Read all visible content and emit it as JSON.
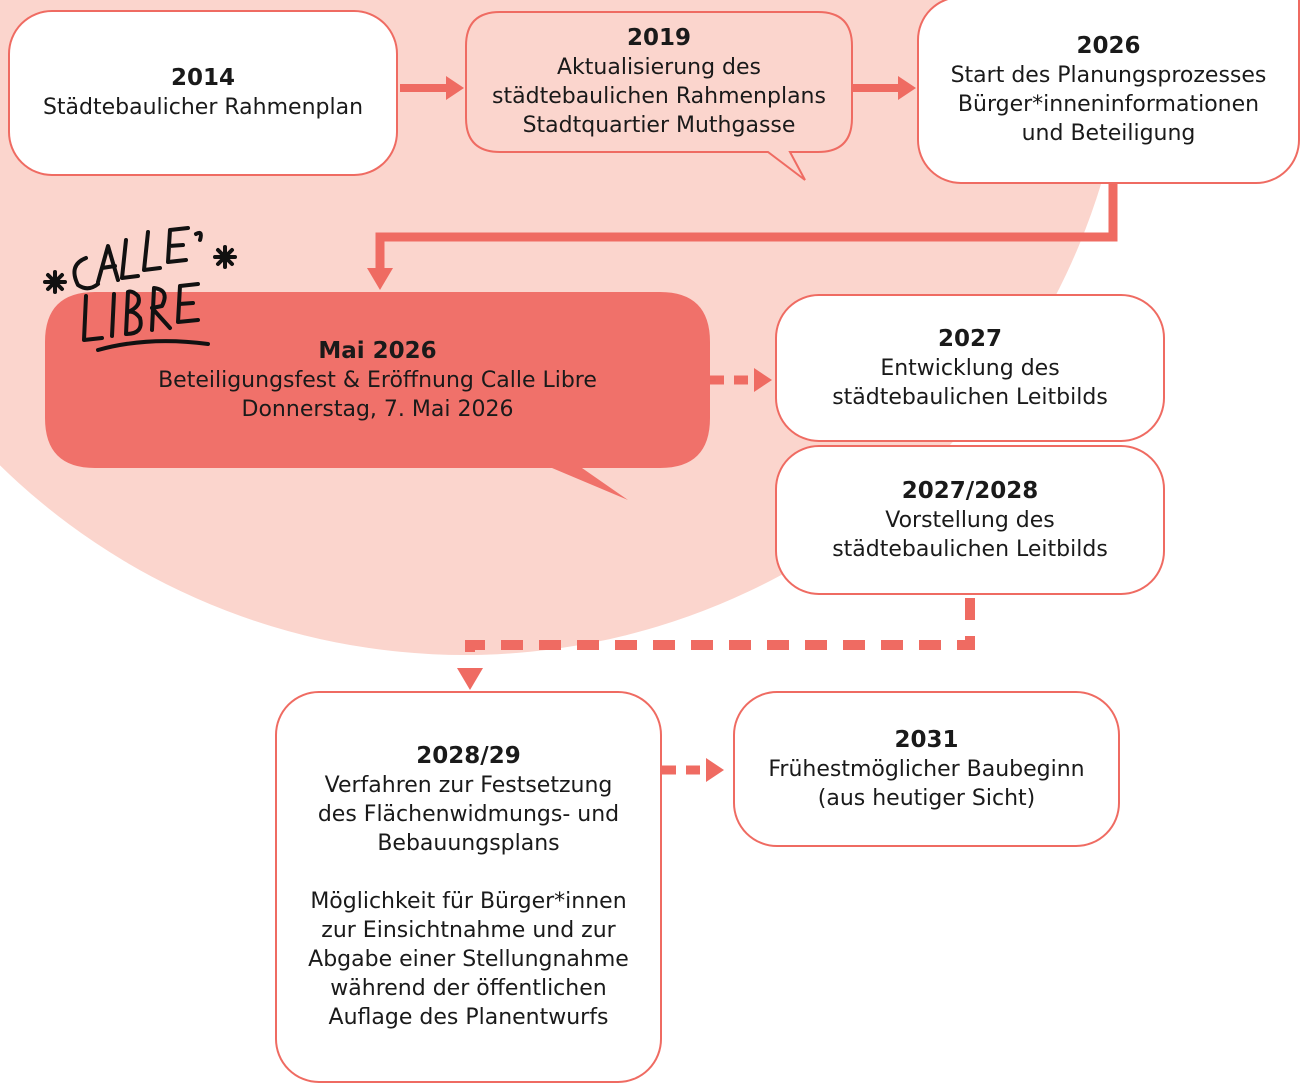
{
  "colors": {
    "accent": "#ef6b62",
    "circle": "#fbd5cd",
    "highlight_fill": "#f0716a",
    "text": "#1a1a1a",
    "box_fill": "#ffffff"
  },
  "logo": {
    "text": "CALLE LIBRE"
  },
  "steps": [
    {
      "year": "2014",
      "lines": [
        "Städtebaulicher Rahmenplan"
      ]
    },
    {
      "year": "2019",
      "lines": [
        "Aktualisierung des",
        "städtebaulichen Rahmenplans",
        "Stadtquartier Muthgasse"
      ]
    },
    {
      "year": "2026",
      "lines": [
        "Start des Planungsprozesses",
        "Bürger*inneninformationen",
        "und Beteiligung"
      ]
    },
    {
      "year": "Mai 2026",
      "lines": [
        "Beteiligungsfest & Eröffnung Calle Libre",
        "Donnerstag, 7. Mai 2026"
      ]
    },
    {
      "year": "2027",
      "lines": [
        "Entwicklung des",
        "städtebaulichen Leitbilds"
      ]
    },
    {
      "year": "2027/2028",
      "lines": [
        "Vorstellung des",
        "städtebaulichen Leitbilds"
      ]
    },
    {
      "year": "2028/29",
      "lines": [
        "Verfahren zur Festsetzung",
        "des Flächenwidmungs- und",
        "Bebauungsplans"
      ],
      "lines2": [
        "Möglichkeit für Bürger*innen",
        "zur Einsichtnahme und zur",
        "Abgabe einer Stellungnahme",
        "während der öffentlichen",
        "Auflage des Planentwurfs"
      ]
    },
    {
      "year": "2031",
      "lines": [
        "Frühestmöglicher Baubeginn",
        "(aus heutiger Sicht)"
      ]
    }
  ]
}
